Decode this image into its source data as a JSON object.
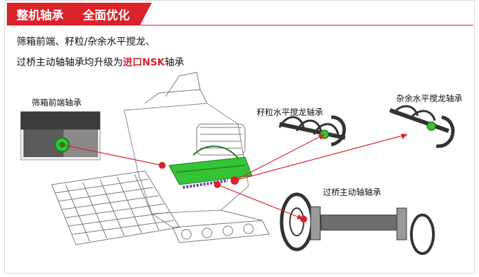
{
  "header": {
    "left": "整机轴承",
    "right": "全面优化"
  },
  "description": {
    "line1": "筛箱前端、籽粒/杂余水平搅龙、",
    "line2_prefix": "过桥主动轴轴承均升级为",
    "line2_highlight": "进口NSK",
    "line2_suffix": "轴承"
  },
  "labels": {
    "sieve": "筛箱前端轴承",
    "grain_auger": "籽粒水平搅龙轴承",
    "tailings_auger": "杂余水平搅龙轴承",
    "bridge_shaft": "过桥主动轴轴承"
  },
  "colors": {
    "accent": "#d9222a",
    "highlight_green": "#35c435"
  }
}
